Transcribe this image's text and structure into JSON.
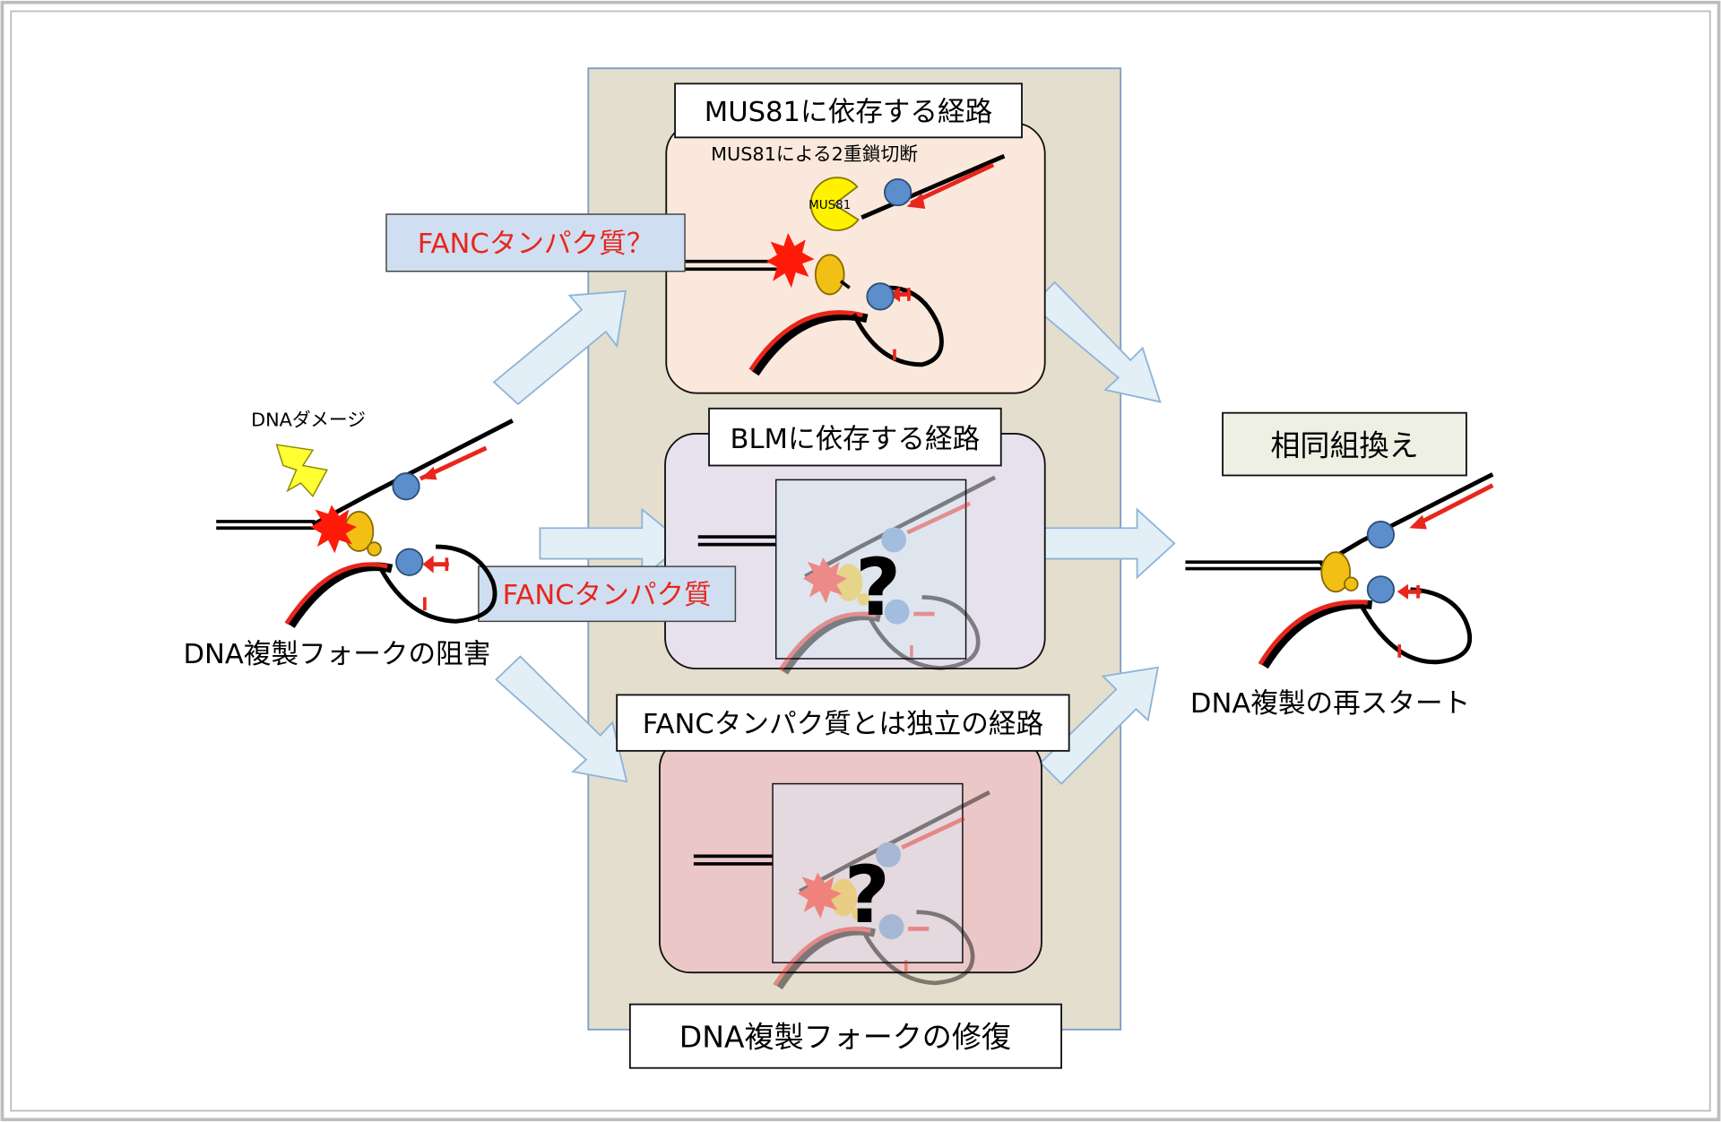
{
  "labels": {
    "mus81_pathway": "MUS81に依存する経路",
    "mus81_cut": "MUS81による2重鎖切断",
    "mus81_enzyme": "MUS81",
    "fanc_question": "FANCタンパク質？",
    "blm_pathway": "BLMに依存する経路",
    "fanc_protein": "FANCタンパク質",
    "fanc_independent": "FANCタンパク質とは独立の経路",
    "fork_repair": "DNA複製フォークの修復",
    "dna_damage": "DNAダメージ",
    "fork_block": "DNA複製フォークの阻害",
    "homologous_recombination": "相同組換え",
    "replication_restart": "DNA複製の再スタート",
    "unknown_mark": "?"
  },
  "colors": {
    "strand_black": "#000000",
    "strand_red": "#e8261c",
    "protein_blue": "#5b8ecb",
    "protein_yellow": "#f2c014",
    "mus81_yellow": "#fff200",
    "damage_red": "#ff1a0a",
    "bolt_yellow": "#ffff33",
    "container_beige": "#e4dece",
    "container_border": "#7a9ec8",
    "panel_mus81": "#fbe8dd",
    "panel_blm": "#e7e1ed",
    "panel_independent": "#ebc7c8",
    "fanc_box": "#cfdff1",
    "fanc_text": "#e8261c",
    "arrow_fill": "#e2eff7",
    "arrow_stroke": "#8fb4d6",
    "hr_box": "#eef0e3"
  }
}
